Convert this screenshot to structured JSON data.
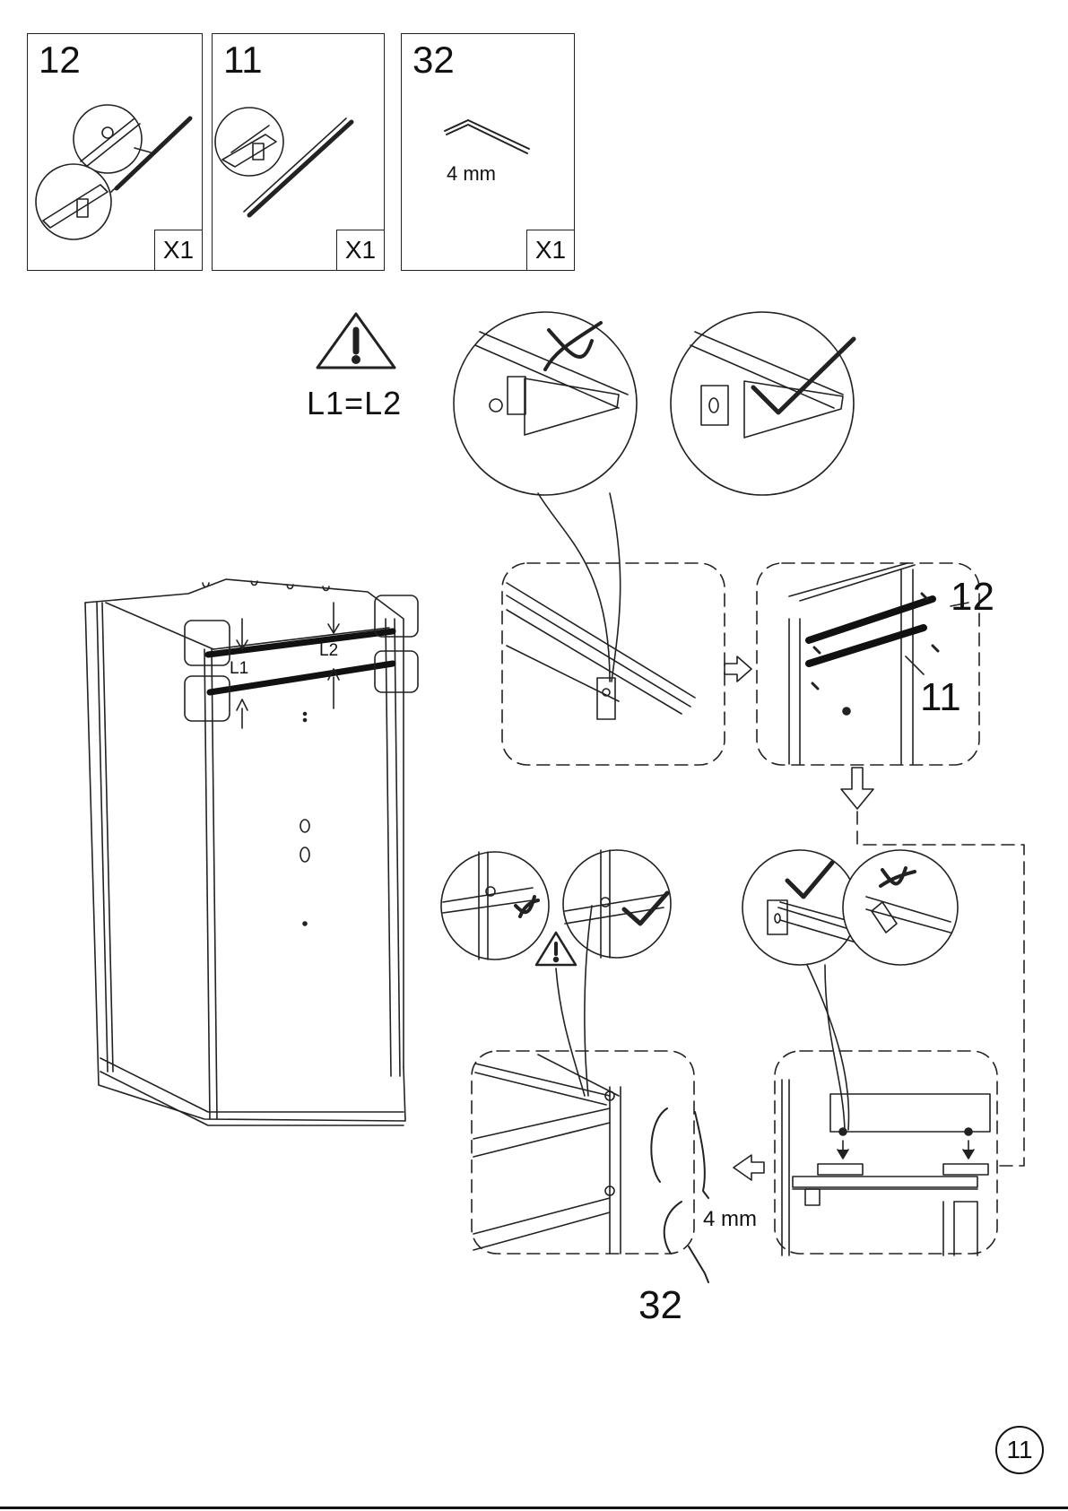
{
  "parts": [
    {
      "number": "12",
      "quantity": "X1"
    },
    {
      "number": "11",
      "quantity": "X1"
    },
    {
      "number": "32",
      "quantity": "X1",
      "size": "4 mm"
    }
  ],
  "warning": {
    "formula": "L1=L2"
  },
  "cabin_labels": {
    "l1": "L1",
    "l2": "L2"
  },
  "detail_labels": {
    "part_12": "12",
    "part_11": "11",
    "part_32": "32",
    "size": "4 mm"
  },
  "page": {
    "number": "11"
  }
}
